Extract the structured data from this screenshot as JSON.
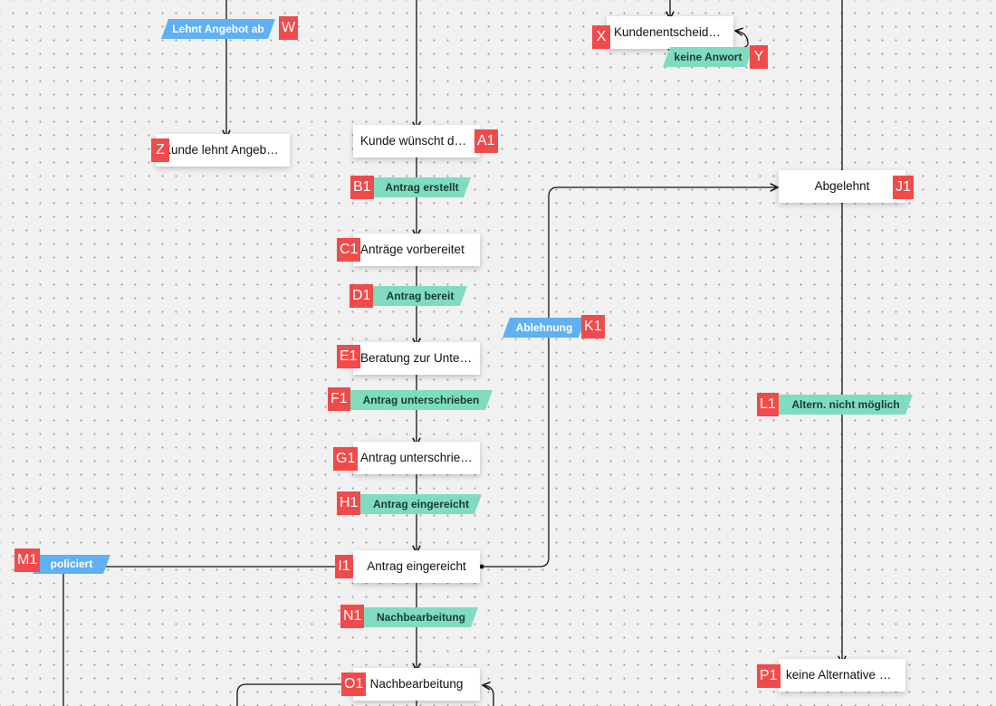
{
  "nodes": {
    "kunde_lehnt": "Kunde lehnt Angeb…",
    "kundenentscheidung": "Kundenentscheidu…",
    "kunde_wuenscht": "Kunde wünscht den…",
    "antraege_vorbereitet": "Anträge vorbereitet",
    "beratung": "Beratung zur Unter…",
    "antrag_unterschrieben_node": "Antrag unterschrie…",
    "antrag_eingereicht_node": "Antrag eingereicht",
    "nachbearbeitung_node": "Nachbearbeitung",
    "abgelehnt": "Abgelehnt",
    "keine_alternative": "keine Alternative m…"
  },
  "transitions": {
    "lehnt_angebot_ab": "Lehnt Angebot ab",
    "keine_anwort": "keine Anwort",
    "antrag_erstellt": "Antrag erstellt",
    "antrag_bereit": "Antrag bereit",
    "antrag_unterschrieben": "Antrag unterschrieben",
    "antrag_eingereicht": "Antrag eingereicht",
    "nachbearbeitung": "Nachbearbeitung",
    "ablehnung": "Ablehnung",
    "altern_nicht_moeglich": "Altern. nicht möglich",
    "policiert": "policiert"
  },
  "badges": {
    "W": "W",
    "X": "X",
    "Y": "Y",
    "Z": "Z",
    "A1": "A1",
    "B1": "B1",
    "C1": "C1",
    "D1": "D1",
    "E1": "E1",
    "F1": "F1",
    "G1": "G1",
    "H1": "H1",
    "I1": "I1",
    "J1": "J1",
    "K1": "K1",
    "L1": "L1",
    "M1": "M1",
    "N1": "N1",
    "O1": "O1",
    "P1": "P1"
  },
  "colors": {
    "canvas": "#f1f1f1",
    "badge": "#f04a4a",
    "transition_green": "#7fdcc0",
    "transition_blue": "#5fb0f5",
    "edge": "#111111"
  }
}
